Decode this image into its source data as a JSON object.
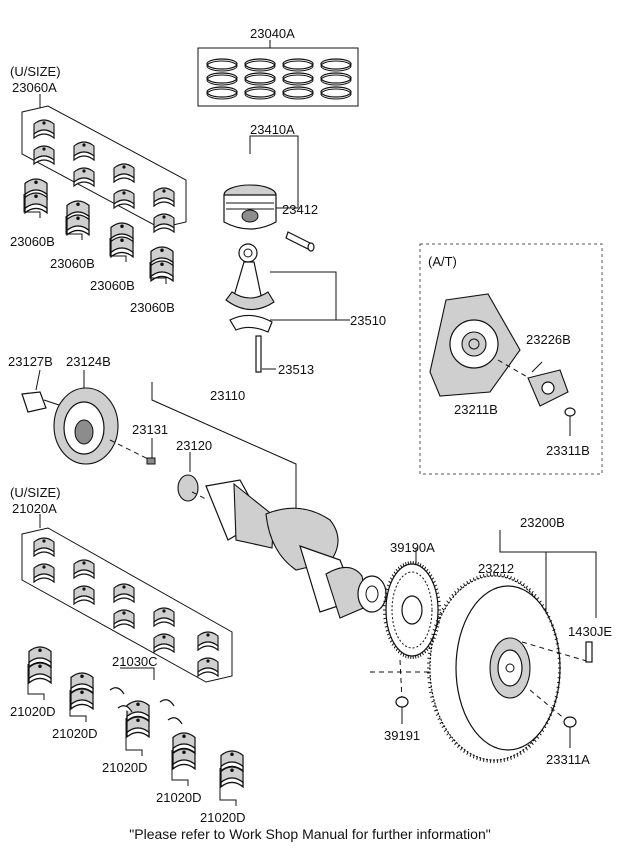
{
  "labels": {
    "p23040A": "23040A",
    "usize1": "(U/SIZE)",
    "p23060A": "23060A",
    "p23410A": "23410A",
    "p23412": "23412",
    "p23060B_1": "23060B",
    "p23060B_2": "23060B",
    "p23060B_3": "23060B",
    "p23060B_4": "23060B",
    "p23510": "23510",
    "p23513": "23513",
    "at": "(A/T)",
    "p23226B": "23226B",
    "p23211B": "23211B",
    "p23311B": "23311B",
    "p23127B": "23127B",
    "p23124B": "23124B",
    "p23110": "23110",
    "p23131": "23131",
    "p23120": "23120",
    "usize2": "(U/SIZE)",
    "p21020A": "21020A",
    "p23200B": "23200B",
    "p39190A": "39190A",
    "p23212": "23212",
    "p1430JE": "1430JE",
    "p21030C": "21030C",
    "p21020D_1": "21020D",
    "p21020D_2": "21020D",
    "p21020D_3": "21020D",
    "p21020D_4": "21020D",
    "p21020D_5": "21020D",
    "p39191": "39191",
    "p23311A": "23311A"
  },
  "footer": "\"Please refer to Work Shop Manual for further information\""
}
